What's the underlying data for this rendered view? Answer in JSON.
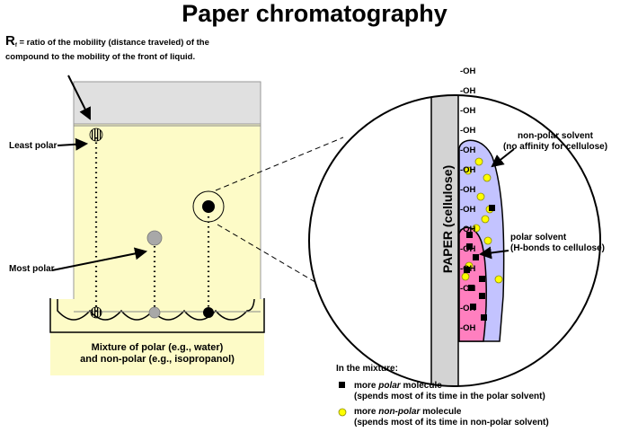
{
  "title": "Paper chromatography",
  "rf_definition": {
    "symbol": "R",
    "subscript": "f",
    "text": " = ratio of the mobility (distance traveled) of the compound to the mobility of the front of liquid."
  },
  "labels": {
    "least_polar": "Least polar",
    "most_polar": "Most polar",
    "mixture_line1": "Mixture of polar (e.g., water)",
    "mixture_line2": "and non-polar (e.g., isopropanol)",
    "paper_cellulose": "PAPER (cellulose)",
    "oh_group": "-OH",
    "nonpolar_solvent_line1": "non-polar solvent",
    "nonpolar_solvent_line2": "(no affinity for cellulose)",
    "polar_solvent_line1": "polar solvent",
    "polar_solvent_line2": "(H-bonds to cellulose)"
  },
  "legend": {
    "heading": "In the mixture:",
    "items": [
      {
        "marker": "black-square",
        "line1_prefix": "more ",
        "line1_emph": "polar",
        "line1_suffix": " molecule",
        "line2": "(spends most of its time in the polar solvent)"
      },
      {
        "marker": "yellow-circle",
        "line1_prefix": "more ",
        "line1_emph": "non-polar",
        "line1_suffix": " molecule",
        "line2": "(spends most of its time in non-polar solvent)"
      }
    ]
  },
  "colors": {
    "paper": "#fdfbc7",
    "paper_top": "#e0e0e0",
    "nonpolar_solvent": "#c3c3ff",
    "polar_solvent": "#ff7fbf",
    "nonpolar_molecule": "#ffff00",
    "polar_molecule": "#000000",
    "mid_spot": "#a8a8a8"
  }
}
